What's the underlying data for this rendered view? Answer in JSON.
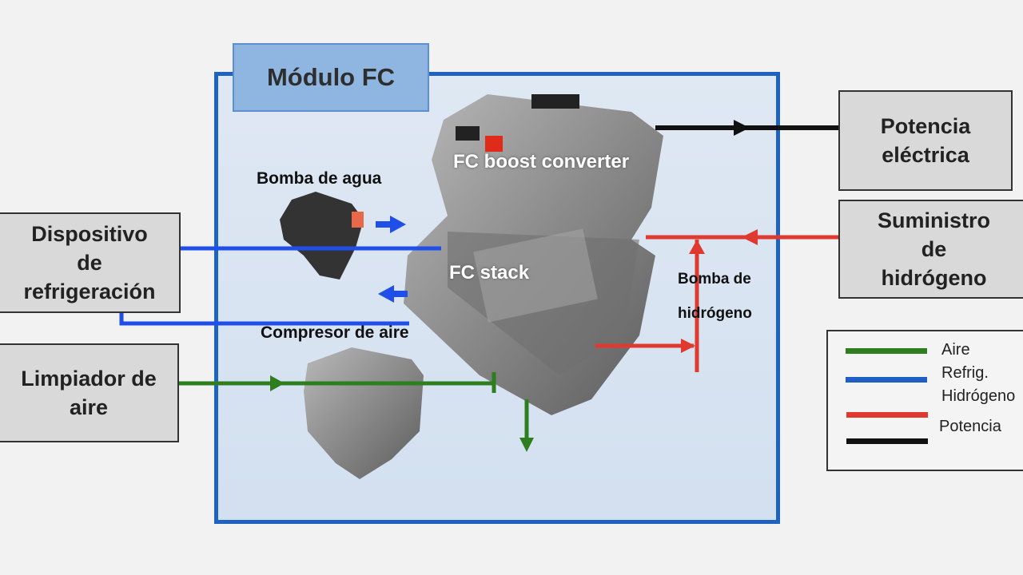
{
  "module": {
    "title": "Módulo FC"
  },
  "boxes": {
    "cooling": [
      "Dispositivo",
      "de",
      "refrigeración"
    ],
    "air_cleaner": [
      "Limpiador de",
      "aire"
    ],
    "power": [
      "Potencia",
      "eléctrica"
    ],
    "hydrogen_supply": [
      "Suministro",
      "de",
      "hidrógeno"
    ]
  },
  "labels": {
    "water_pump": "Bomba de agua",
    "boost_converter": "FC boost converter",
    "stack": "FC stack",
    "air_compressor": "Compresor de aire",
    "hydrogen_pump": [
      "Bomba de",
      "hidrógeno"
    ]
  },
  "legend": [
    {
      "label": "Aire",
      "color": "#2e7d1f"
    },
    {
      "label": "Refrig.",
      "color": "#1f5fc4"
    },
    {
      "label": "Hidrógeno",
      "color": "#e03a30"
    },
    {
      "label": "Potencia",
      "color": "#111111"
    }
  ],
  "colors": {
    "air": "#2e7d1f",
    "coolant": "#1f4fe8",
    "hydrogen": "#e03a30",
    "power": "#111111",
    "module_border": "#1f63c0"
  }
}
